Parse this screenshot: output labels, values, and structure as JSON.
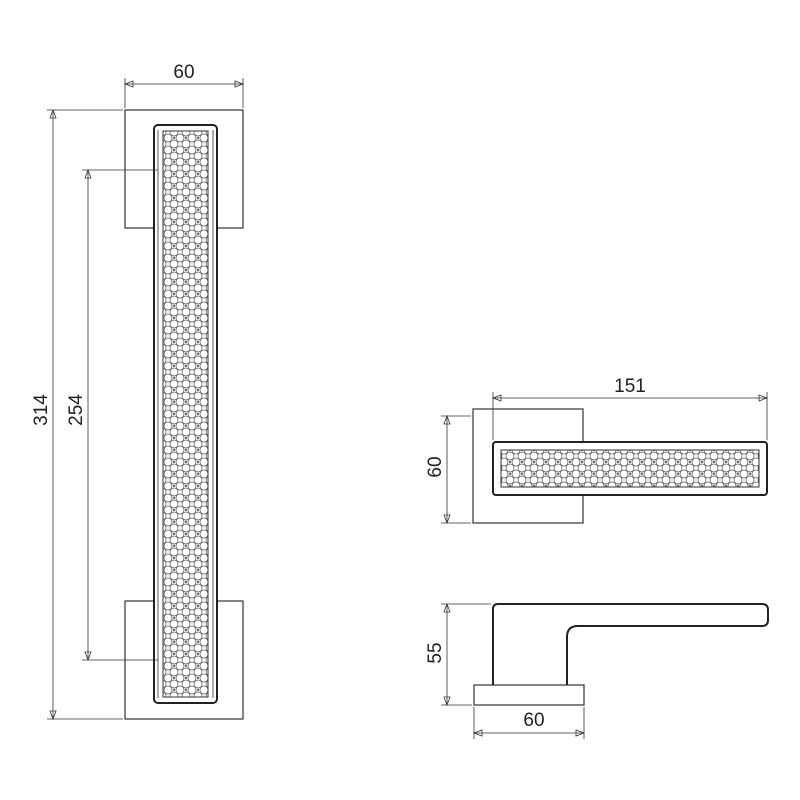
{
  "drawing": {
    "title": "",
    "front_view": {
      "rose_width_label": "60",
      "overall_length_label": "314",
      "center_distance_label": "254"
    },
    "lever_top_view": {
      "length_label": "151",
      "rose_height_label": "60"
    },
    "lever_side_view": {
      "height_label": "55",
      "rose_width_label": "60"
    },
    "line_color": "#333333",
    "pattern": "circle-lattice-pattern"
  }
}
